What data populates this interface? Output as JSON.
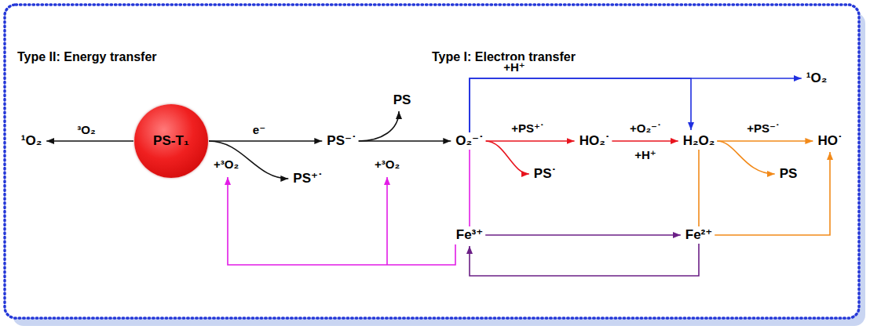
{
  "diagram": {
    "nodes": [
      {
        "text": [
          "PS-T₁"
        ]
      },
      {
        "text": [
          "¹O₂"
        ]
      },
      {
        "text": [
          "PS⁻˙"
        ]
      },
      {
        "text": [
          "PS⁺˙"
        ]
      },
      {
        "text": [
          "PS"
        ]
      },
      {
        "text": [
          "O₂⁻˙"
        ]
      },
      {
        "text": [
          "¹O₂"
        ]
      },
      {
        "text": [
          "HO₂˙"
        ]
      },
      {
        "text": [
          "PS˙"
        ]
      },
      {
        "text": [
          "H₂O₂"
        ]
      },
      {
        "text": [
          "HO˙"
        ]
      },
      {
        "text": [
          "PS"
        ]
      },
      {
        "text": [
          "Fe³⁺"
        ]
      },
      {
        "text": [
          "Fe²⁺"
        ]
      }
    ],
    "edges": [
      {
        "from": 0,
        "to": 1,
        "arrow": "to",
        "label": "³O₂"
      },
      {
        "from": 0,
        "to": 2,
        "arrow": "to",
        "label": "e⁻"
      },
      {
        "from": 0,
        "to": 3,
        "arrow": "to",
        "label": "+³O₂"
      },
      {
        "from": 2,
        "to": 5,
        "arrow": "to",
        "label": "+³O₂"
      },
      {
        "from": 2,
        "to": 4,
        "arrow": "to"
      },
      {
        "from": 5,
        "to": 6,
        "arrow": "to",
        "label": "+H⁺"
      },
      {
        "from": 5,
        "to": 9,
        "arrow": "to"
      },
      {
        "from": 5,
        "to": 7,
        "arrow": "to",
        "label": "+PS⁺˙"
      },
      {
        "from": 5,
        "to": 8,
        "arrow": "to"
      },
      {
        "from": 7,
        "to": 9,
        "arrow": "to",
        "label": "+O₂⁻˙"
      },
      {
        "from": 9,
        "to": 10,
        "arrow": "to",
        "label": "+PS⁻˙"
      },
      {
        "from": 9,
        "to": 11,
        "arrow": "to"
      },
      {
        "from": 5,
        "to": 12,
        "arrow": "none"
      },
      {
        "from": 12,
        "to": 13,
        "arrow": "to"
      },
      {
        "from": 13,
        "to": 12,
        "arrow": "to"
      },
      {
        "from": 9,
        "to": 13,
        "arrow": "none"
      },
      {
        "from": 13,
        "to": 10,
        "arrow": "to"
      }
    ],
    "labels": [
      "Type II: Energy transfer",
      "Type I: Electron transfer",
      "+H⁺"
    ]
  }
}
